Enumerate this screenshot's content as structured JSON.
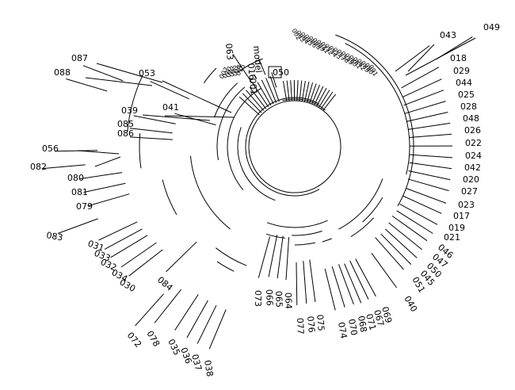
{
  "dendrogram": {
    "leaves": [
      {
        "label": "043"
      },
      {
        "label": "049"
      },
      {
        "label": "018"
      },
      {
        "label": "029"
      },
      {
        "label": "044"
      },
      {
        "label": "025"
      },
      {
        "label": "028"
      },
      {
        "label": "048"
      },
      {
        "label": "026"
      },
      {
        "label": "022"
      },
      {
        "label": "024"
      },
      {
        "label": "042"
      },
      {
        "label": "020"
      },
      {
        "label": "027"
      },
      {
        "label": "023"
      },
      {
        "label": "017"
      },
      {
        "label": "019"
      },
      {
        "label": "021"
      },
      {
        "label": "046"
      },
      {
        "label": "047"
      },
      {
        "label": "050"
      },
      {
        "label": "045"
      },
      {
        "label": "051"
      },
      {
        "label": "040"
      },
      {
        "label": "069"
      },
      {
        "label": "067"
      },
      {
        "label": "071"
      },
      {
        "label": "068"
      },
      {
        "label": "070"
      },
      {
        "label": "074"
      },
      {
        "label": "075"
      },
      {
        "label": "076"
      },
      {
        "label": "077"
      },
      {
        "label": "064"
      },
      {
        "label": "065"
      },
      {
        "label": "066"
      },
      {
        "label": "073"
      },
      {
        "label": "038"
      },
      {
        "label": "037"
      },
      {
        "label": "036"
      },
      {
        "label": "035"
      },
      {
        "label": "078"
      },
      {
        "label": "072"
      },
      {
        "label": "084"
      },
      {
        "label": "030"
      },
      {
        "label": "034"
      },
      {
        "label": "032"
      },
      {
        "label": "033"
      },
      {
        "label": "031"
      },
      {
        "label": "083"
      },
      {
        "label": "079"
      },
      {
        "label": "081"
      },
      {
        "label": "080"
      },
      {
        "label": "082"
      },
      {
        "label": "056"
      },
      {
        "label": "086"
      },
      {
        "label": "085"
      },
      {
        "label": "039"
      },
      {
        "label": "041"
      },
      {
        "label": "088"
      },
      {
        "label": "087"
      },
      {
        "label": "053"
      },
      {
        "label": "063"
      },
      {
        "label": "model"
      },
      {
        "label": "016"
      },
      {
        "label": "001"
      },
      {
        "label": "050"
      }
    ],
    "dense_clusters": [
      {
        "labels": [
          "007",
          "010",
          "012",
          "013",
          "014",
          "015"
        ]
      },
      {
        "labels": [
          "002",
          "003",
          "004",
          "005",
          "006",
          "008",
          "009",
          "011",
          "052",
          "054",
          "055",
          "057",
          "058",
          "059",
          "060",
          "061",
          "062",
          "089",
          "090",
          "091"
        ]
      }
    ]
  }
}
